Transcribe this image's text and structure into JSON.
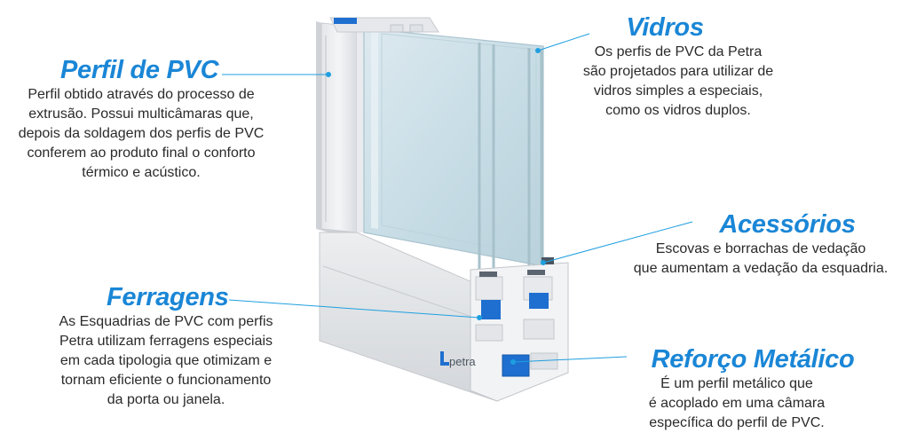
{
  "colors": {
    "accent": "#1a86d6",
    "leader": "#1f9fe0",
    "text": "#2a2a2a"
  },
  "callouts": {
    "perfil": {
      "title": "Perfil de PVC",
      "text": "Perfil obtido através do processo de\nextrusão. Possui multicâmaras que,\ndepois da soldagem dos perfis de PVC\nconferem ao produto final o conforto\ntérmico e acústico."
    },
    "vidros": {
      "title": "Vidros",
      "text": "Os  perfis de PVC da Petra\nsão projetados para utilizar de\nvidros simples a especiais,\ncomo os vidros duplos."
    },
    "acessorios": {
      "title": "Acessórios",
      "text": "Escovas e borrachas de vedação\nque aumentam a vedação da esquadria."
    },
    "ferragens": {
      "title": "Ferragens",
      "text": "As Esquadrias de PVC com perfis\nPetra utilizam ferragens especiais\nem cada tipologia que otimizam e\ntornam eficiente o funcionamento\nda porta ou janela."
    },
    "reforco": {
      "title": "Reforço Metálico",
      "text": "É um perfil metálico que\né acoplado em uma câmara\nespecífica do perfil de PVC."
    }
  },
  "product": {
    "brand_logo_text": "petra"
  }
}
